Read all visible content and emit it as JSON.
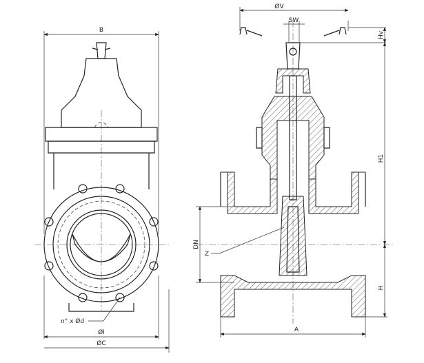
{
  "labels": {
    "B": "B",
    "phi_V": "ØV",
    "SW": "SW",
    "Hv": "Hv",
    "H1": "H1",
    "DN": "DN",
    "Z": "Z",
    "H": "H",
    "A": "A",
    "bolt_holes": "n° x Ød",
    "phi_I": "ØI",
    "phi_C": "ØC"
  }
}
